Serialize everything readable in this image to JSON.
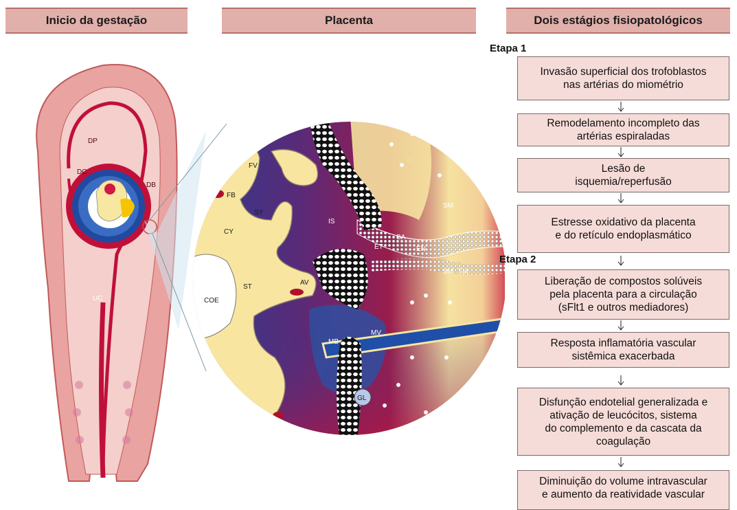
{
  "headers": {
    "col1": "Inicio da gestação",
    "col2": "Placenta",
    "col3": "Dois estágios fisiopatológicos"
  },
  "stages": {
    "stage1": "Etapa 1",
    "stage2": "Etapa 2"
  },
  "flow_boxes": [
    "Invasão superficial dos trofoblastos\nnas artérias do miométrio",
    "Remodelamento incompleto das\nartérias espiraladas",
    "Lesão de\nisquemia/reperfusão",
    "Estresse oxidativo da placenta\ne do retículo endoplasmático",
    "Liberação de compostos  solúveis\npela placenta  para a circulação\n (sFlt1 e outros mediadores)",
    "Resposta inflamatória vascular\nsistêmica exacerbada",
    "Disfunção endotelial generalizada e\nativação de leucócitos,  sistema\ndo complemento e da cascata da\ncoagulação",
    "Diminuição do volume intravascular\ne aumento da reatividade vascular"
  ],
  "uterus_labels": {
    "dp": "DP",
    "dc": "DC",
    "db": "DB",
    "uc": "UC"
  },
  "placenta_labels": {
    "et_top": "ET",
    "fv": "FV",
    "fb": "FB",
    "sy": "SY",
    "cy": "CY",
    "is": "IS",
    "jz": "JZ",
    "sm_top": "SM",
    "sa": "SA",
    "et_mid": "ET",
    "en": "EN",
    "sm_bottom": "SM",
    "tm": "TM",
    "coe": "COE",
    "st": "ST",
    "av": "AV",
    "mb": "MB",
    "mv": "MV",
    "gl": "GL"
  },
  "colors": {
    "header_fill": "#e2b0ab",
    "box_fill": "#f6dcd8",
    "uterus_pink": "#e9a3a0",
    "decidua_red": "#c0103a",
    "villi_yellow": "#f8e6a0",
    "intervillous_purple": "#6a2a6e",
    "maternal_blue": "#2b4a9a"
  }
}
